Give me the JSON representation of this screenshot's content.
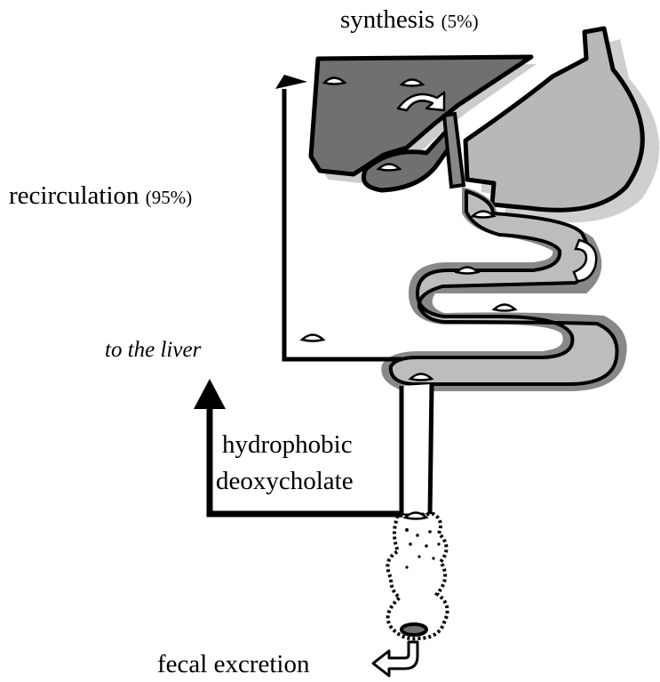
{
  "labels": {
    "synthesis": "synthesis",
    "synthesis_pct": "(5%)",
    "recirculation": "recirculation",
    "recirculation_pct": "(95%)",
    "to_liver": "to the liver",
    "hydrophobic": "hydrophobic",
    "deoxycholate": "deoxycholate",
    "fecal_excretion": "fecal excretion"
  },
  "colors": {
    "liver": "#707070",
    "stomach": "#b8b8b8",
    "intestine_outer": "#888888",
    "intestine_inner": "#bdbdbd",
    "outline": "#000000",
    "background": "#ffffff"
  }
}
